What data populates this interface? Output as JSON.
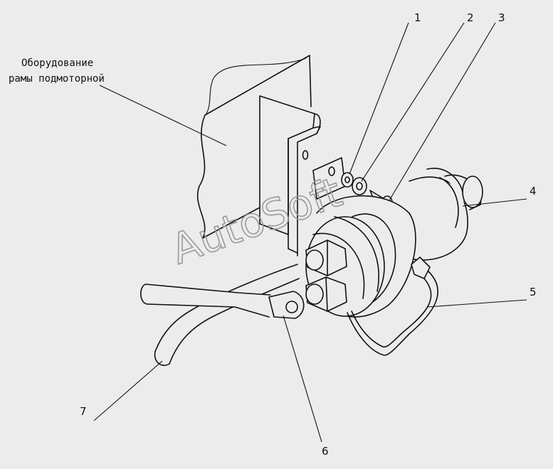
{
  "caption": {
    "line1": "Оборудование",
    "line2": "рамы подмоторной"
  },
  "callouts": [
    "1",
    "2",
    "3",
    "4",
    "5",
    "6",
    "7"
  ],
  "watermark": "AutoSoft"
}
